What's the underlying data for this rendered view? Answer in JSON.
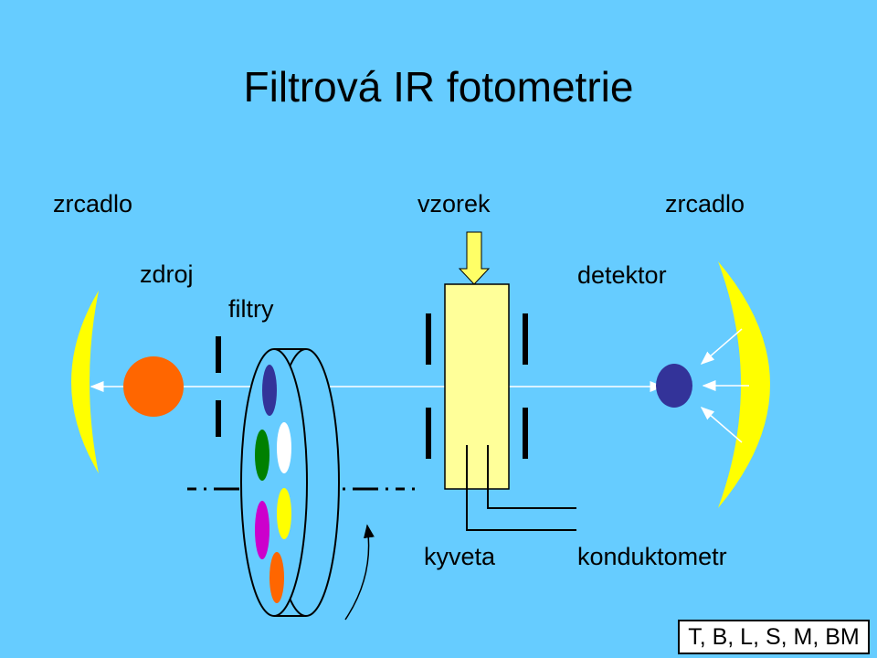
{
  "title": "Filtrová IR fotometrie",
  "labels": {
    "mirror_left": "zrcadlo",
    "sample": "vzorek",
    "mirror_right": "zrcadlo",
    "source": "zdroj",
    "filters": "filtry",
    "detector": "detektor",
    "cuvette": "kyveta",
    "conductometer": "konduktometr"
  },
  "footer": "T, B, L, S, M, BM",
  "colors": {
    "background": "#66ccff",
    "mirror": "#ffff00",
    "source": "#ff6600",
    "detector": "#333399",
    "cuvette": "#ffff99",
    "arrow": "#ffff66",
    "filters": [
      "#333399",
      "#008000",
      "#ffffff",
      "#cc00cc",
      "#ffff00",
      "#ff6600"
    ]
  }
}
